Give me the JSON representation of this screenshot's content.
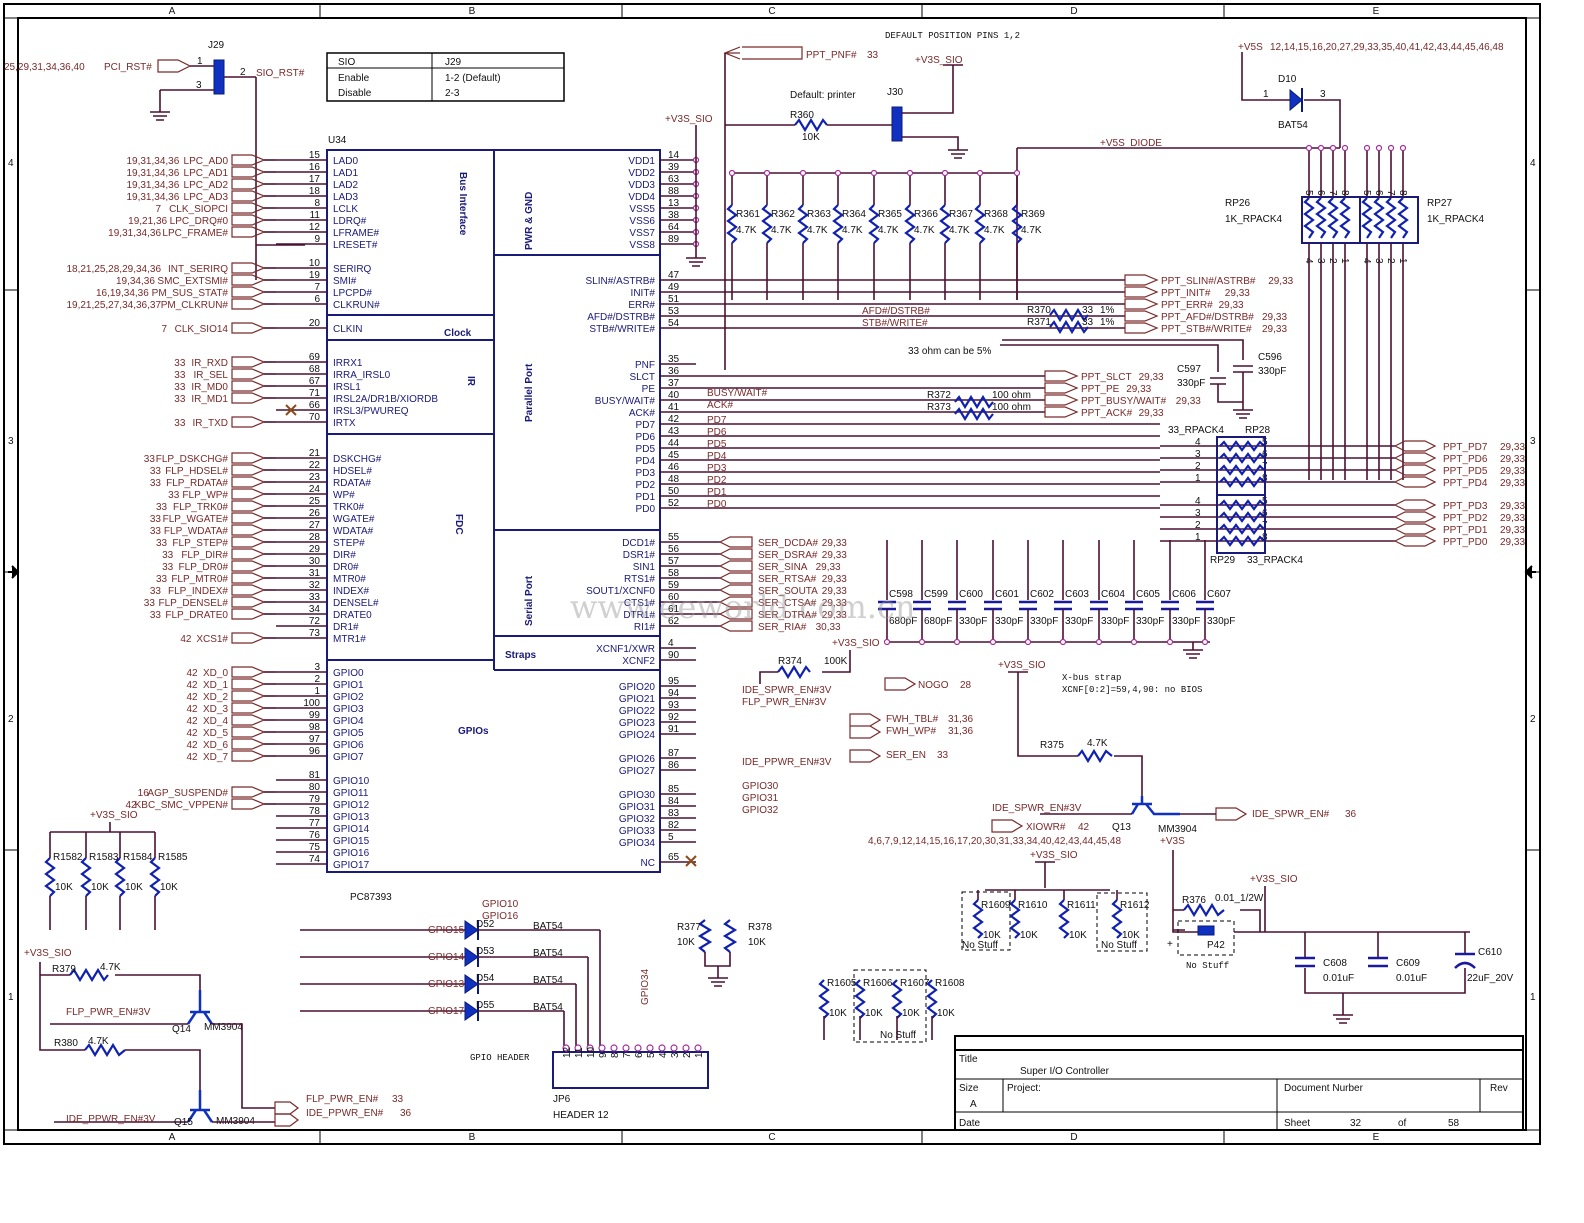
{
  "frame": {
    "columns": [
      "A",
      "B",
      "C",
      "D",
      "E"
    ],
    "rows": [
      "4",
      "3",
      "2",
      "1"
    ]
  },
  "title_block": {
    "title_label": "Title",
    "title": "Super I/O Controller",
    "size_label": "Size",
    "size": "A",
    "project_label": "Project:",
    "doc_label": "Document Nurber",
    "rev_label": "Rev",
    "date_label": "Date",
    "sheet_label": "Sheet",
    "sheet": "32",
    "of_label": "of",
    "total": "58"
  },
  "jumper_table": {
    "headers": [
      "SIO",
      "J29"
    ],
    "rows": [
      [
        "Enable",
        "1-2 (Default)"
      ],
      [
        "Disable",
        "2-3"
      ]
    ]
  },
  "j29": {
    "ref": "J29",
    "in_net": "PCI_RST#",
    "in_refs": "25,29,31,34,36,40",
    "out_net": "SIO_RST#",
    "pins": [
      "1",
      "2",
      "3"
    ]
  },
  "chip": {
    "ref": "U34",
    "part": "PC87393",
    "sections": [
      "Bus Interface",
      "PWR & GND",
      "Clock",
      "IR",
      "Parallel Port",
      "FDC",
      "Serial Port",
      "Straps",
      "GPIOs"
    ]
  },
  "left_pins": [
    {
      "refs": "19,31,34,36",
      "net": "LPC_AD0",
      "pin": "15",
      "name": "LAD0"
    },
    {
      "refs": "19,31,34,36",
      "net": "LPC_AD1",
      "pin": "16",
      "name": "LAD1"
    },
    {
      "refs": "19,31,34,36",
      "net": "LPC_AD2",
      "pin": "17",
      "name": "LAD2"
    },
    {
      "refs": "19,31,34,36",
      "net": "LPC_AD3",
      "pin": "18",
      "name": "LAD3"
    },
    {
      "refs": "7",
      "net": "CLK_SIOPCI",
      "pin": "8",
      "name": "LCLK"
    },
    {
      "refs": "19,21,36",
      "net": "LPC_DRQ#0",
      "pin": "11",
      "name": "LDRQ#"
    },
    {
      "refs": "19,31,34,36",
      "net": "LPC_FRAME#",
      "pin": "12",
      "name": "LFRAME#"
    },
    {
      "refs": "",
      "net": "",
      "pin": "9",
      "name": "LRESET#"
    },
    {
      "refs": "18,21,25,28,29,34,36",
      "net": "INT_SERIRQ",
      "pin": "10",
      "name": "SERIRQ"
    },
    {
      "refs": "19,34,36",
      "net": "SMC_EXTSMI#",
      "pin": "19",
      "name": "SMI#"
    },
    {
      "refs": "16,19,34,36",
      "net": "PM_SUS_STAT#",
      "pin": "7",
      "name": "LPCPD#"
    },
    {
      "refs": "19,21,25,27,34,36,37",
      "net": "PM_CLKRUN#",
      "pin": "6",
      "name": "CLKRUN#"
    },
    {
      "refs": "7",
      "net": "CLK_SIO14",
      "pin": "20",
      "name": "CLKIN"
    },
    {
      "refs": "33",
      "net": "IR_RXD",
      "pin": "69",
      "name": "IRRX1"
    },
    {
      "refs": "33",
      "net": "IR_SEL",
      "pin": "68",
      "name": "IRRA_IRSL0"
    },
    {
      "refs": "33",
      "net": "IR_MD0",
      "pin": "67",
      "name": "IRSL1"
    },
    {
      "refs": "33",
      "net": "IR_MD1",
      "pin": "71",
      "name": "IRSL2A/DR1B/XIORDB"
    },
    {
      "refs": "",
      "net": "",
      "pin": "66",
      "name": "IRSL3/PWUREQ"
    },
    {
      "refs": "33",
      "net": "IR_TXD",
      "pin": "70",
      "name": "IRTX"
    },
    {
      "refs": "33",
      "net": "FLP_DSKCHG#",
      "pin": "21",
      "name": "DSKCHG#"
    },
    {
      "refs": "33",
      "net": "FLP_HDSEL#",
      "pin": "22",
      "name": "HDSEL#"
    },
    {
      "refs": "33",
      "net": "FLP_RDATA#",
      "pin": "23",
      "name": "RDATA#"
    },
    {
      "refs": "33",
      "net": "FLP_WP#",
      "pin": "24",
      "name": "WP#"
    },
    {
      "refs": "33",
      "net": "FLP_TRK0#",
      "pin": "25",
      "name": "TRK0#"
    },
    {
      "refs": "33",
      "net": "FLP_WGATE#",
      "pin": "26",
      "name": "WGATE#"
    },
    {
      "refs": "33",
      "net": "FLP_WDATA#",
      "pin": "27",
      "name": "WDATA#"
    },
    {
      "refs": "33",
      "net": "FLP_STEP#",
      "pin": "28",
      "name": "STEP#"
    },
    {
      "refs": "33",
      "net": "FLP_DIR#",
      "pin": "29",
      "name": "DIR#"
    },
    {
      "refs": "33",
      "net": "FLP_DR0#",
      "pin": "30",
      "name": "DR0#"
    },
    {
      "refs": "33",
      "net": "FLP_MTR0#",
      "pin": "31",
      "name": "MTR0#"
    },
    {
      "refs": "33",
      "net": "FLP_INDEX#",
      "pin": "32",
      "name": "INDEX#"
    },
    {
      "refs": "33",
      "net": "FLP_DENSEL#",
      "pin": "33",
      "name": "DENSEL#"
    },
    {
      "refs": "33",
      "net": "FLP_DRATE0",
      "pin": "34",
      "name": "DRATE0"
    },
    {
      "refs": "",
      "net": "",
      "pin": "72",
      "name": "DR1#"
    },
    {
      "refs": "42",
      "net": "XCS1#",
      "pin": "73",
      "name": "MTR1#"
    },
    {
      "refs": "42",
      "net": "XD_0",
      "pin": "3",
      "name": "GPIO0"
    },
    {
      "refs": "42",
      "net": "XD_1",
      "pin": "2",
      "name": "GPIO1"
    },
    {
      "refs": "42",
      "net": "XD_2",
      "pin": "1",
      "name": "GPIO2"
    },
    {
      "refs": "42",
      "net": "XD_3",
      "pin": "100",
      "name": "GPIO3"
    },
    {
      "refs": "42",
      "net": "XD_4",
      "pin": "99",
      "name": "GPIO4"
    },
    {
      "refs": "42",
      "net": "XD_5",
      "pin": "98",
      "name": "GPIO5"
    },
    {
      "refs": "42",
      "net": "XD_6",
      "pin": "97",
      "name": "GPIO6"
    },
    {
      "refs": "42",
      "net": "XD_7",
      "pin": "96",
      "name": "GPIO7"
    },
    {
      "refs": "",
      "net": "",
      "pin": "81",
      "name": "GPIO10"
    },
    {
      "refs": "16",
      "net": "AGP_SUSPEND#",
      "pin": "80",
      "name": "GPIO11"
    },
    {
      "refs": "42",
      "net": "KBC_SMC_VPPEN#",
      "pin": "79",
      "name": "GPIO12"
    },
    {
      "refs": "",
      "net": "",
      "pin": "78",
      "name": "GPIO13"
    },
    {
      "refs": "",
      "net": "",
      "pin": "77",
      "name": "GPIO14"
    },
    {
      "refs": "",
      "net": "",
      "pin": "76",
      "name": "GPIO15"
    },
    {
      "refs": "",
      "net": "",
      "pin": "75",
      "name": "GPIO16"
    },
    {
      "refs": "",
      "net": "",
      "pin": "74",
      "name": "GPIO17"
    }
  ],
  "right_pins": [
    {
      "pin": "14",
      "name": "VDD1"
    },
    {
      "pin": "39",
      "name": "VDD2"
    },
    {
      "pin": "63",
      "name": "VDD3"
    },
    {
      "pin": "88",
      "name": "VDD4"
    },
    {
      "pin": "13",
      "name": "VSS5"
    },
    {
      "pin": "38",
      "name": "VSS6"
    },
    {
      "pin": "64",
      "name": "VSS7"
    },
    {
      "pin": "89",
      "name": "VSS8"
    },
    {
      "pin": "47",
      "name": "SLIN#/ASTRB#"
    },
    {
      "pin": "49",
      "name": "INIT#"
    },
    {
      "pin": "51",
      "name": "ERR#"
    },
    {
      "pin": "53",
      "name": "AFD#/DSTRB#"
    },
    {
      "pin": "54",
      "name": "STB#/WRITE#"
    },
    {
      "pin": "35",
      "name": "PNF"
    },
    {
      "pin": "36",
      "name": "SLCT"
    },
    {
      "pin": "37",
      "name": "PE"
    },
    {
      "pin": "40",
      "name": "BUSY/WAIT#"
    },
    {
      "pin": "41",
      "name": "ACK#"
    },
    {
      "pin": "42",
      "name": "PD7"
    },
    {
      "pin": "43",
      "name": "PD6"
    },
    {
      "pin": "44",
      "name": "PD5"
    },
    {
      "pin": "45",
      "name": "PD4"
    },
    {
      "pin": "46",
      "name": "PD3"
    },
    {
      "pin": "48",
      "name": "PD2"
    },
    {
      "pin": "50",
      "name": "PD1"
    },
    {
      "pin": "52",
      "name": "PD0"
    },
    {
      "pin": "55",
      "name": "DCD1#"
    },
    {
      "pin": "56",
      "name": "DSR1#"
    },
    {
      "pin": "57",
      "name": "SIN1"
    },
    {
      "pin": "58",
      "name": "RTS1#"
    },
    {
      "pin": "59",
      "name": "SOUT1/XCNF0"
    },
    {
      "pin": "60",
      "name": "CTS1#"
    },
    {
      "pin": "61",
      "name": "DTR1#"
    },
    {
      "pin": "62",
      "name": "RI1#"
    },
    {
      "pin": "4",
      "name": "XCNF1/XWR"
    },
    {
      "pin": "90",
      "name": "XCNF2"
    },
    {
      "pin": "95",
      "name": "GPIO20"
    },
    {
      "pin": "94",
      "name": "GPIO21"
    },
    {
      "pin": "93",
      "name": "GPIO22"
    },
    {
      "pin": "92",
      "name": "GPIO23"
    },
    {
      "pin": "91",
      "name": "GPIO24"
    },
    {
      "pin": "87",
      "name": "GPIO26"
    },
    {
      "pin": "86",
      "name": "GPIO27"
    },
    {
      "pin": "85",
      "name": "GPIO30"
    },
    {
      "pin": "84",
      "name": "GPIO31"
    },
    {
      "pin": "83",
      "name": "GPIO32"
    },
    {
      "pin": "82",
      "name": "GPIO33"
    },
    {
      "pin": "5",
      "name": "GPIO34"
    },
    {
      "pin": "65",
      "name": "NC"
    }
  ],
  "inline_labels": {
    "busy": "BUSY/WAIT#",
    "ack": "ACK#",
    "pd": [
      "PD7",
      "PD6",
      "PD5",
      "PD4",
      "PD3",
      "PD2",
      "PD1",
      "PD0"
    ],
    "afd": "AFD#/DSTRB#",
    "stb": "STB#/WRITE#",
    "ide_spwr": "IDE_SPWR_EN#3V",
    "flp_pwr": "FLP_PWR_EN#3V",
    "ide_ppwr": "IDE_PPWR_EN#3V",
    "gpio30": "GPIO30",
    "gpio31": "GPIO31",
    "gpio32": "GPIO32",
    "gpio34": "GPIO34"
  },
  "parallel_out": [
    {
      "net": "PPT_SLIN#/ASTRB#",
      "refs": "29,33"
    },
    {
      "net": "PPT_INIT#",
      "refs": "29,33"
    },
    {
      "net": "PPT_ERR#",
      "refs": "29,33"
    },
    {
      "net": "PPT_AFD#/DSTRB#",
      "refs": "29,33"
    },
    {
      "net": "PPT_STB#/WRITE#",
      "refs": "29,33"
    },
    {
      "net": "PPT_SLCT",
      "refs": "29,33"
    },
    {
      "net": "PPT_PE",
      "refs": "29,33"
    },
    {
      "net": "PPT_BUSY/WAIT#",
      "refs": "29,33"
    },
    {
      "net": "PPT_ACK#",
      "refs": "29,33"
    }
  ],
  "pd_out": [
    {
      "net": "PPT_PD7",
      "refs": "29,33"
    },
    {
      "net": "PPT_PD6",
      "refs": "29,33"
    },
    {
      "net": "PPT_PD5",
      "refs": "29,33"
    },
    {
      "net": "PPT_PD4",
      "refs": "29,33"
    },
    {
      "net": "PPT_PD3",
      "refs": "29,33"
    },
    {
      "net": "PPT_PD2",
      "refs": "29,33"
    },
    {
      "net": "PPT_PD1",
      "refs": "29,33"
    },
    {
      "net": "PPT_PD0",
      "refs": "29,33"
    }
  ],
  "serial_out": [
    {
      "net": "SER_DCDA#",
      "refs": "29,33"
    },
    {
      "net": "SER_DSRA#",
      "refs": "29,33"
    },
    {
      "net": "SER_SINA",
      "refs": "29,33"
    },
    {
      "net": "SER_RTSA#",
      "refs": "29,33"
    },
    {
      "net": "SER_SOUTA",
      "refs": "29,33"
    },
    {
      "net": "SER_CTSA#",
      "refs": "29,33"
    },
    {
      "net": "SER_DTRA#",
      "refs": "29,33"
    },
    {
      "net": "SER_RIA#",
      "refs": "30,33"
    }
  ],
  "pullups": {
    "refs": [
      "R361",
      "R362",
      "R363",
      "R364",
      "R365",
      "R366",
      "R367",
      "R368",
      "R369"
    ],
    "value": "4.7K",
    "rail": "+V5S_DIODE"
  },
  "series_res": [
    {
      "ref": "R370",
      "value": "33",
      "tol": "1%"
    },
    {
      "ref": "R371",
      "value": "33",
      "tol": "1%"
    },
    {
      "ref": "R372",
      "value": "100 ohm"
    },
    {
      "ref": "R373",
      "value": "100 ohm"
    }
  ],
  "note_33ohm": "33 ohm can be 5%",
  "caps_parallel": [
    {
      "ref": "C597",
      "value": "330pF"
    },
    {
      "ref": "C596",
      "value": "330pF"
    }
  ],
  "caps_row": [
    {
      "ref": "C598",
      "value": "680pF"
    },
    {
      "ref": "C599",
      "value": "680pF"
    },
    {
      "ref": "C600",
      "value": "330pF"
    },
    {
      "ref": "C601",
      "value": "330pF"
    },
    {
      "ref": "C602",
      "value": "330pF"
    },
    {
      "ref": "C603",
      "value": "330pF"
    },
    {
      "ref": "C604",
      "value": "330pF"
    },
    {
      "ref": "C605",
      "value": "330pF"
    },
    {
      "ref": "C606",
      "value": "330pF"
    },
    {
      "ref": "C607",
      "value": "330pF"
    }
  ],
  "rpacks": {
    "rp26": {
      "ref": "RP26",
      "value": "1K_RPACK4"
    },
    "rp27": {
      "ref": "RP27",
      "value": "1K_RPACK4"
    },
    "rp28": {
      "ref": "RP28",
      "value": "33_RPACK4"
    },
    "rp29": {
      "ref": "RP29",
      "value": "33_RPACK4"
    },
    "top_pins": [
      "5",
      "6",
      "7",
      "8"
    ],
    "bottom_pins": [
      "4",
      "3",
      "2",
      "1"
    ]
  },
  "d10": {
    "ref": "D10",
    "part": "BAT54",
    "rail": "+V5S",
    "rail_refs": "12,14,15,16,20,27,29,33,35,40,41,42,43,44,45,46,48",
    "pin1": "1",
    "pin3": "3"
  },
  "j30": {
    "ref": "J30",
    "note": "Default: printer",
    "header_note": "DEFAULT POSITION PINS 1,2",
    "r_ref": "R360",
    "r_val": "10K",
    "rail": "+V3S_SIO",
    "ppt_pnf": "PPT_PNF#",
    "ppt_pnf_refs": "33"
  },
  "rails": {
    "v3s_sio": "+V3S_SIO",
    "v3s": "+V3S"
  },
  "straps": {
    "r374": {
      "ref": "R374",
      "value": "100K"
    },
    "nogo": {
      "net": "NOGO",
      "refs": "28"
    },
    "fwh_tbl": {
      "net": "FWH_TBL#",
      "refs": "31,36"
    },
    "fwh_wp": {
      "net": "FWH_WP#",
      "refs": "31,36"
    },
    "ser_en": {
      "net": "SER_EN",
      "refs": "33"
    },
    "xiowr": {
      "net": "XIOWR#",
      "refs": "42"
    },
    "note1": "X-bus strap",
    "note2": "XCNF[0:2]=59,4,90: no BIOS"
  },
  "q13": {
    "ref": "Q13",
    "part": "MM3904",
    "r_ref": "R375",
    "r_val": "4.7K",
    "in_net": "IDE_SPWR_EN#3V",
    "out_net": "IDE_SPWR_EN#",
    "out_refs": "36",
    "refs_line": "4,6,7,9,12,14,15,16,17,20,30,31,33,34,40,42,43,44,45,48"
  },
  "q14": {
    "ref": "Q14",
    "part": "MM3904",
    "r_ref": "R379",
    "r_val": "4.7K",
    "in_net": "FLP_PWR_EN#3V",
    "out_net": "FLP_PWR_EN#",
    "out_refs": "33"
  },
  "q15": {
    "ref": "Q15",
    "part": "MM3904",
    "r_ref": "R380",
    "r_val": "4.7K",
    "in_net": "IDE_PPWR_EN#3V",
    "out_net": "IDE_PPWR_EN#",
    "out_refs": "36"
  },
  "gpio_pullups": [
    {
      "ref": "R1582",
      "value": "10K"
    },
    {
      "ref": "R1583",
      "value": "10K"
    },
    {
      "ref": "R1584",
      "value": "10K"
    },
    {
      "ref": "R1585",
      "value": "10K"
    }
  ],
  "diodes": [
    {
      "ref": "D52",
      "net": "GPIO15",
      "part": "BAT54"
    },
    {
      "ref": "D53",
      "net": "GPIO14",
      "part": "BAT54"
    },
    {
      "ref": "D54",
      "net": "GPIO13",
      "part": "BAT54"
    },
    {
      "ref": "D55",
      "net": "GPIO17",
      "part": "BAT54"
    }
  ],
  "gpio_labels": {
    "g10": "GPIO10",
    "g16": "GPIO16"
  },
  "header": {
    "ref": "JP6",
    "part": "HEADER 12",
    "title": "GPIO HEADER",
    "pins": [
      "12",
      "11",
      "10",
      "9",
      "8",
      "7",
      "6",
      "5",
      "4",
      "3",
      "2",
      "1"
    ]
  },
  "r377": {
    "ref": "R377",
    "value": "10K"
  },
  "r378": {
    "ref": "R378",
    "value": "10K"
  },
  "strap_res_top": [
    {
      "ref": "R1609",
      "value": "10K",
      "nostuff": true
    },
    {
      "ref": "R1610",
      "value": "10K"
    },
    {
      "ref": "R1611",
      "value": "10K"
    },
    {
      "ref": "R1612",
      "value": "10K",
      "nostuff": true
    }
  ],
  "strap_res_bottom": [
    {
      "ref": "R1605",
      "value": "10K"
    },
    {
      "ref": "R1606",
      "value": "10K"
    },
    {
      "ref": "R1607",
      "value": "10K"
    },
    {
      "ref": "R1608",
      "value": "10K"
    }
  ],
  "no_stuff": "No Stuff",
  "power": {
    "r376": {
      "ref": "R376",
      "value": "0.01_1/2W"
    },
    "p42": {
      "ref": "P42"
    },
    "c608": {
      "ref": "C608",
      "value": "0.01uF"
    },
    "c609": {
      "ref": "C609",
      "value": "0.01uF"
    },
    "c610": {
      "ref": "C610",
      "value": "22uF_20V"
    }
  },
  "watermark": "www.eeworld.com.cn"
}
